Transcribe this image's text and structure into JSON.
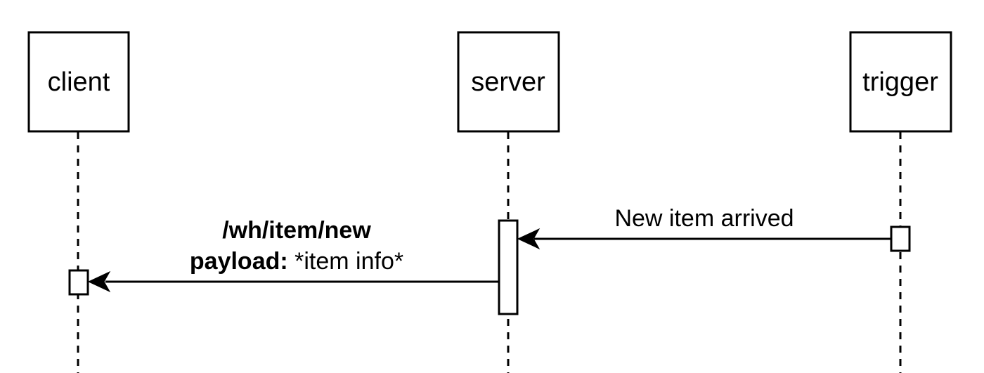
{
  "actors": {
    "client": {
      "label": "client"
    },
    "server": {
      "label": "server"
    },
    "trigger": {
      "label": "trigger"
    }
  },
  "messages": {
    "trigger_to_server": {
      "label": "New item arrived"
    },
    "server_to_client": {
      "endpoint": "/wh/item/new",
      "payload_key": "payload:",
      "payload_value": " *item info*"
    }
  }
}
